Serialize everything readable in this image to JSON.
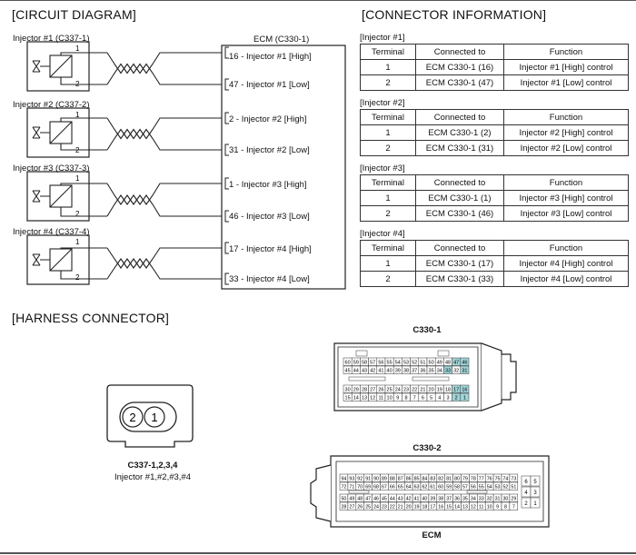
{
  "sections": {
    "circuit": "[CIRCUIT DIAGRAM]",
    "connector_info": "[CONNECTOR INFORMATION]",
    "harness": "[HARNESS CONNECTOR]"
  },
  "circuit": {
    "ecm_title": "ECM (C330-1)",
    "injectors": [
      {
        "label": "Injector #1 (C337-1)",
        "high": "16 - Injector #1 [High]",
        "low": "47 - Injector #1 [Low]"
      },
      {
        "label": "Injector #2 (C337-2)",
        "high": "2 - Injector #2 [High]",
        "low": "31 - Injector #2 [Low]"
      },
      {
        "label": "Injector #3 (C337-3)",
        "high": "1 - Injector #3 [High]",
        "low": "46 - Injector #3 [Low]"
      },
      {
        "label": "Injector #4 (C337-4)",
        "high": "17 - Injector #4 [High]",
        "low": "33 - Injector #4 [Low]"
      }
    ],
    "pin_one": "1",
    "pin_two": "2"
  },
  "connector_tables": [
    {
      "caption": "[Injector #1]",
      "headers": [
        "Terminal",
        "Connected to",
        "Function"
      ],
      "rows": [
        [
          "1",
          "ECM C330-1 (16)",
          "Injector #1 [High] control"
        ],
        [
          "2",
          "ECM C330-1 (47)",
          "Injector #1 [Low] control"
        ]
      ]
    },
    {
      "caption": "[Injector #2]",
      "headers": [
        "Terminal",
        "Connected to",
        "Function"
      ],
      "rows": [
        [
          "1",
          "ECM C330-1 (2)",
          "Injector #2 [High] control"
        ],
        [
          "2",
          "ECM C330-1 (31)",
          "Injector #2 [Low] control"
        ]
      ]
    },
    {
      "caption": "[Injector #3]",
      "headers": [
        "Terminal",
        "Connected to",
        "Function"
      ],
      "rows": [
        [
          "1",
          "ECM C330-1 (1)",
          "Injector #3 [High] control"
        ],
        [
          "2",
          "ECM C330-1 (46)",
          "Injector #3 [Low] control"
        ]
      ]
    },
    {
      "caption": "[Injector #4]",
      "headers": [
        "Terminal",
        "Connected to",
        "Function"
      ],
      "rows": [
        [
          "1",
          "ECM C330-1 (17)",
          "Injector #4 [High] control"
        ],
        [
          "2",
          "ECM C330-1 (33)",
          "Injector #4 [Low] control"
        ]
      ]
    }
  ],
  "harness": {
    "injector_connector_name": "C337-1,2,3,4",
    "injector_connector_desc": "Injector #1,#2,#3,#4",
    "injector_pins": [
      "2",
      "1"
    ],
    "c330_1_label": "C330-1",
    "c330_2_label": "C330-2",
    "ecm_label": "ECM",
    "c330_1_rows": [
      [
        "60",
        "59",
        "58",
        "57",
        "56",
        "55",
        "54",
        "53",
        "52",
        "51",
        "50",
        "49",
        "48",
        "47",
        "46"
      ],
      [
        "45",
        "44",
        "43",
        "42",
        "41",
        "40",
        "39",
        "38",
        "37",
        "36",
        "35",
        "34",
        "33",
        "32",
        "31"
      ],
      [
        "30",
        "29",
        "28",
        "27",
        "26",
        "25",
        "24",
        "23",
        "22",
        "21",
        "20",
        "19",
        "18",
        "17",
        "16"
      ],
      [
        "15",
        "14",
        "13",
        "12",
        "11",
        "10",
        "9",
        "8",
        "7",
        "6",
        "5",
        "4",
        "3",
        "2",
        "1"
      ]
    ],
    "c330_1_highlight": [
      "47",
      "46",
      "33",
      "31",
      "17",
      "16",
      "2",
      "1"
    ],
    "c330_2_rows": [
      [
        "94",
        "93",
        "92",
        "91",
        "90",
        "89",
        "88",
        "87",
        "86",
        "85",
        "84",
        "83",
        "82",
        "81",
        "80",
        "79",
        "78",
        "77",
        "76",
        "75",
        "74",
        "73"
      ],
      [
        "72",
        "71",
        "70",
        "69",
        "68",
        "67",
        "66",
        "65",
        "64",
        "63",
        "62",
        "61",
        "60",
        "59",
        "58",
        "57",
        "56",
        "55",
        "54",
        "53",
        "52",
        "51"
      ],
      [
        "50",
        "49",
        "48",
        "47",
        "46",
        "45",
        "44",
        "43",
        "42",
        "41",
        "40",
        "39",
        "38",
        "37",
        "36",
        "35",
        "34",
        "33",
        "32",
        "31",
        "30",
        "29"
      ],
      [
        "28",
        "27",
        "26",
        "25",
        "24",
        "23",
        "22",
        "21",
        "20",
        "19",
        "18",
        "17",
        "16",
        "15",
        "14",
        "13",
        "12",
        "11",
        "10",
        "9",
        "8",
        "7"
      ]
    ],
    "c330_2_side": [
      "6",
      "5",
      "4",
      "3",
      "2",
      "1"
    ]
  }
}
